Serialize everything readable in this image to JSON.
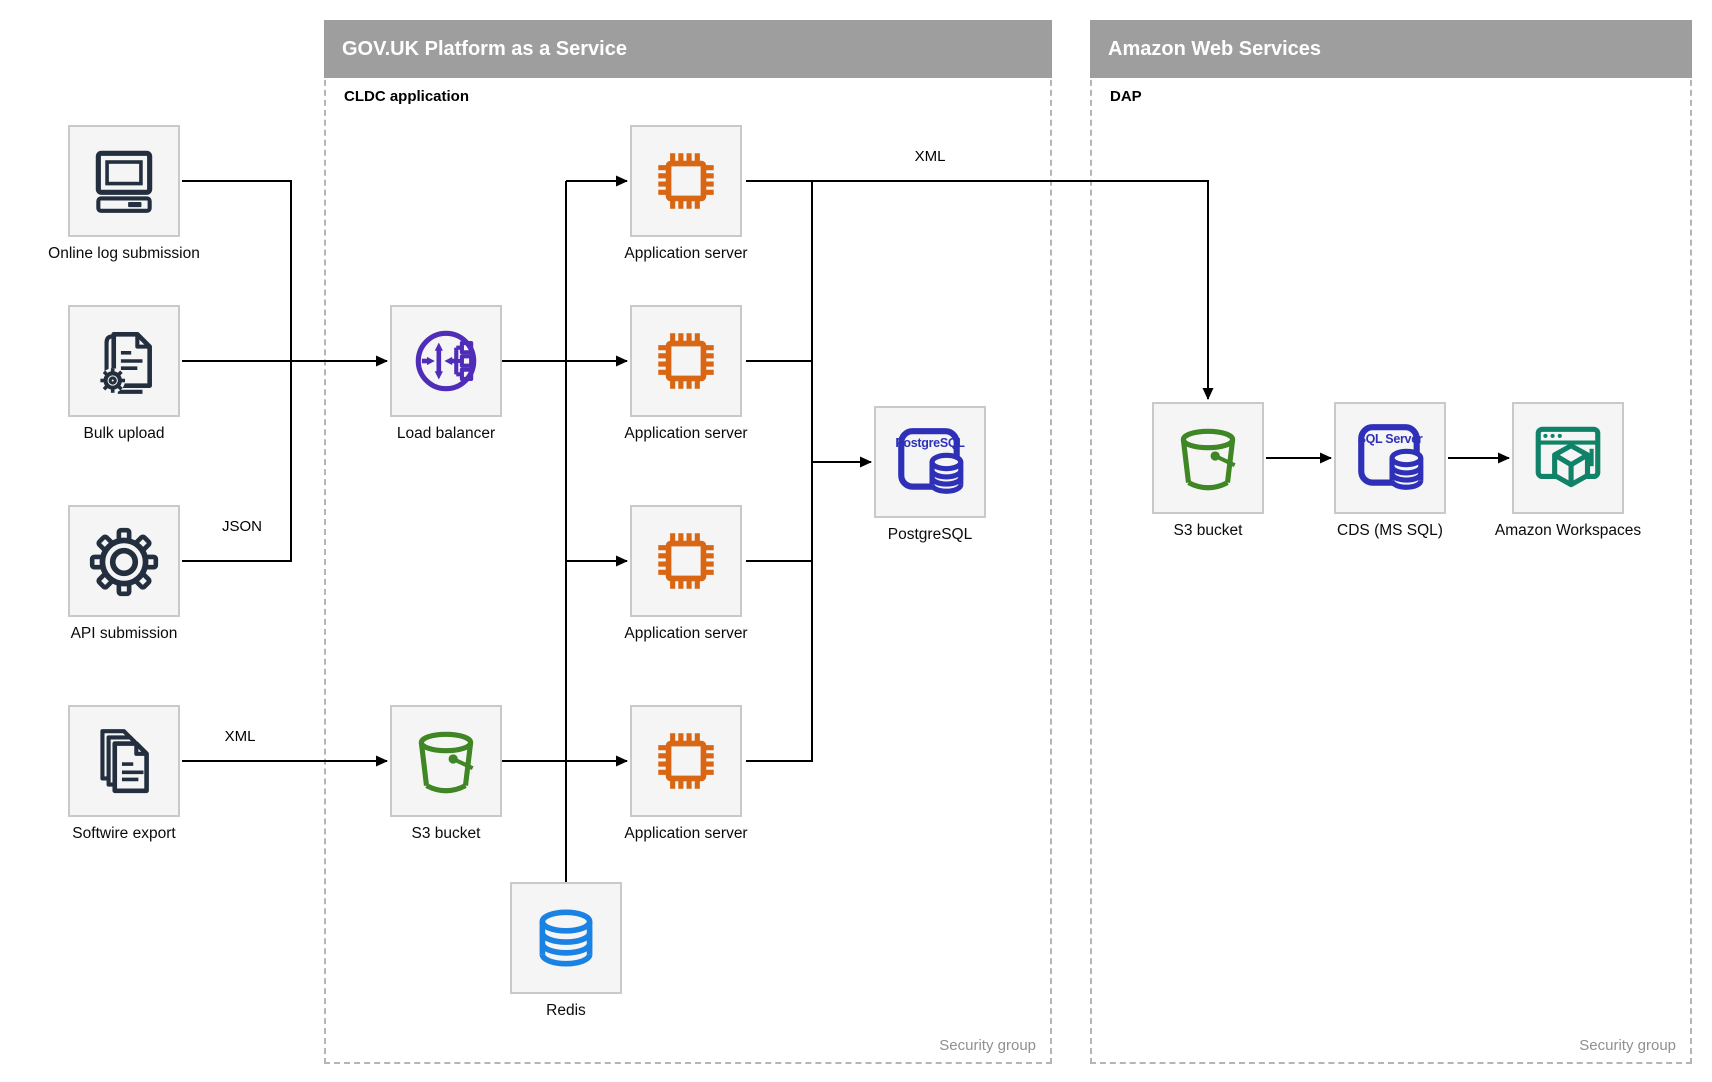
{
  "containers": {
    "paas": {
      "title": "GOV.UK Platform as a Service",
      "sublabel": "CLDC application",
      "footer": "Security group"
    },
    "aws": {
      "title": "Amazon Web Services",
      "sublabel": "DAP",
      "footer": "Security group"
    }
  },
  "nodes": {
    "online_log": {
      "label": "Online log submission",
      "icon": "computer-icon"
    },
    "bulk_upload": {
      "label": "Bulk upload",
      "icon": "document-gear-icon"
    },
    "api_submission": {
      "label": "API submission",
      "icon": "gear-icon"
    },
    "softwire_export": {
      "label": "Softwire export",
      "icon": "documents-stack-icon"
    },
    "load_balancer": {
      "label": "Load balancer",
      "icon": "load-balancer-icon"
    },
    "app_server_1": {
      "label": "Application server",
      "icon": "chip-icon"
    },
    "app_server_2": {
      "label": "Application server",
      "icon": "chip-icon"
    },
    "app_server_3": {
      "label": "Application server",
      "icon": "chip-icon"
    },
    "app_server_4": {
      "label": "Application server",
      "icon": "chip-icon"
    },
    "postgresql": {
      "label": "PostgreSQL",
      "badge": "PostgreSQL",
      "icon": "database-badge-icon"
    },
    "s3_paas": {
      "label": "S3 bucket",
      "icon": "bucket-icon"
    },
    "redis": {
      "label": "Redis",
      "icon": "database-cylinder-icon"
    },
    "s3_aws": {
      "label": "S3 bucket",
      "icon": "bucket-icon"
    },
    "cds": {
      "label": "CDS (MS SQL)",
      "badge": "SQL Server",
      "icon": "database-badge-icon"
    },
    "workspaces": {
      "label": "Amazon Workspaces",
      "icon": "browser-cube-icon"
    }
  },
  "edge_labels": {
    "api_json": "JSON",
    "softwire_xml": "XML",
    "app_to_s3_xml": "XML"
  },
  "colors": {
    "header_bar": "#9e9e9e",
    "dashed_border": "#b5b5b5",
    "node_bg": "#f5f5f5",
    "node_border": "#c9c9c9",
    "icon_navy": "#232f3e",
    "icon_orange": "#d86613",
    "icon_purple": "#4f2db8",
    "icon_indigo": "#2e31b8",
    "icon_green": "#3f8624",
    "icon_teal": "#0f8268",
    "icon_blue": "#1a82e2",
    "footer_gray": "#909090",
    "edge_black": "#000000"
  }
}
